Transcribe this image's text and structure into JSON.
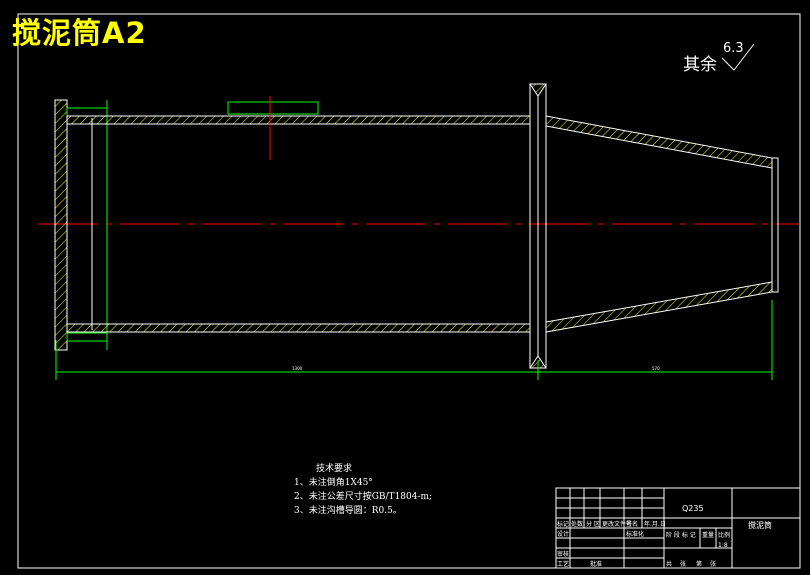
{
  "drawing": {
    "title": "搅泥筒A2",
    "roughness_label": "其余",
    "roughness_value": "6.3",
    "notes": {
      "heading": "技术要求",
      "items": [
        "1、未注倒角1X45°",
        "2、未注公差尺寸按GB/T1804-m;",
        "3、未注沟槽导圆：R0.5。"
      ]
    },
    "dimensions": {
      "length_main": "1300",
      "length_cone": "570"
    },
    "title_block": {
      "material": "Q235",
      "part_name": "搅泥筒",
      "scale": "1:8",
      "cells": [
        "标记",
        "处数",
        "分 区",
        "更改文件号",
        "签名",
        "年.月.日",
        "设计",
        "标准化",
        "阶 段 标 记",
        "重量",
        "比例",
        "审核",
        "工艺",
        "批准",
        "共",
        "张",
        "第",
        "张"
      ]
    }
  },
  "colors": {
    "background": "#000000",
    "outline": "#ffffff",
    "hatch": "#ffff00",
    "dimension": "#00ff00",
    "centerline": "#ff0000",
    "title": "#ffff00"
  }
}
